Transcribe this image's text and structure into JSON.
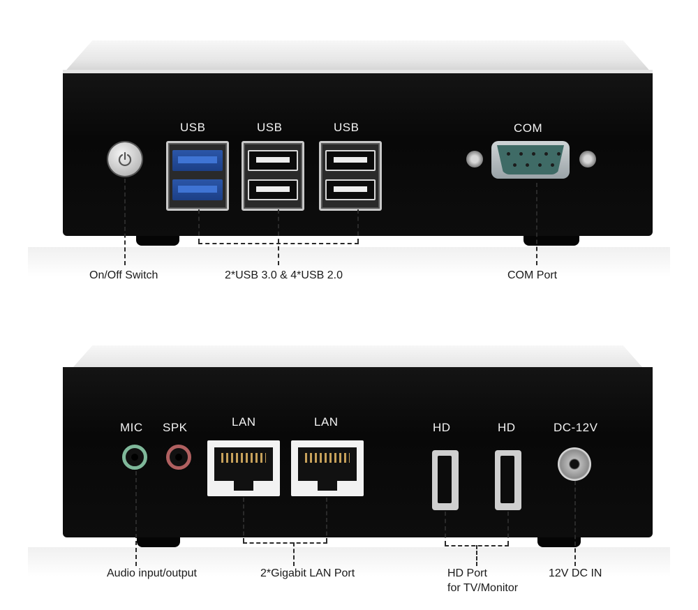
{
  "top_panel": {
    "port_labels": {
      "usb_1": "USB",
      "usb_2": "USB",
      "usb_3": "USB",
      "com": "COM"
    },
    "captions": {
      "power": "On/Off  Switch",
      "usb": "2*USB 3.0 & 4*USB 2.0",
      "com": "COM Port"
    }
  },
  "bottom_panel": {
    "port_labels": {
      "mic": "MIC",
      "spk": "SPK",
      "lan_1": "LAN",
      "lan_2": "LAN",
      "hd_1": "HD",
      "hd_2": "HD",
      "dc": "DC-12V"
    },
    "captions": {
      "audio": "Audio input/output",
      "lan": "2*Gigabit LAN Port",
      "hd_line1": "HD Port",
      "hd_line2": "for TV/Monitor",
      "dc": "12V DC IN"
    }
  },
  "colors": {
    "chassis": "#0a0a0a",
    "usb3_blue": "#2b56a8",
    "com_green": "#3f6b66",
    "mic_green": "#7fb89a",
    "spk_red": "#b06060"
  }
}
